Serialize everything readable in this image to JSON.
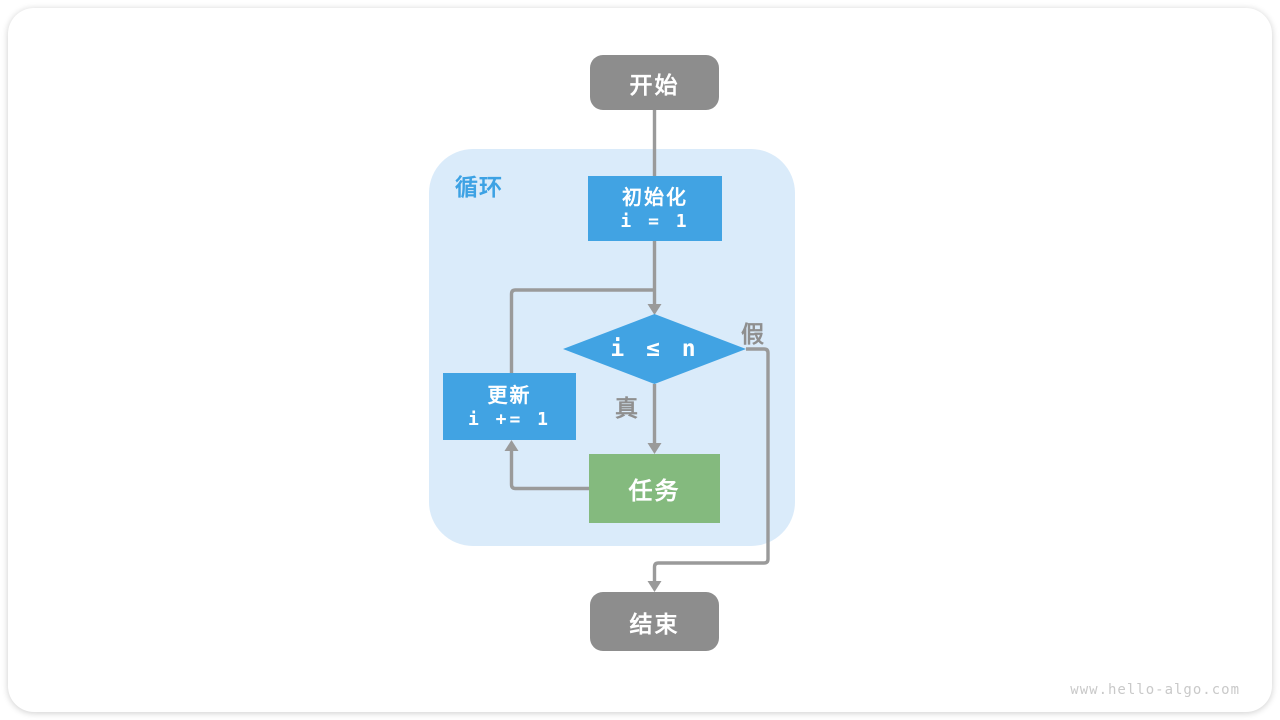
{
  "colors": {
    "blue": "#41a3e3",
    "green": "#84ba7e",
    "gray-node": "#8d8d8d",
    "container-bg": "#daebfa",
    "line": "#9a9a9a",
    "edge-label": "#8f8f8f",
    "loop-label": "#3da2e4",
    "node-text": "#ffffff",
    "watermark": "#c9c9c9"
  },
  "flowchart": {
    "nodes": {
      "start": {
        "label": "开始"
      },
      "init": {
        "label": "初始化",
        "code": "i = 1"
      },
      "condition": {
        "label": "i ≤ n"
      },
      "update": {
        "label": "更新",
        "code": "i += 1"
      },
      "task": {
        "label": "任务"
      },
      "end": {
        "label": "结束"
      }
    },
    "loop_container_label": "循环",
    "edge_labels": {
      "true": "真",
      "false": "假"
    }
  },
  "watermark": "www.hello-algo.com"
}
